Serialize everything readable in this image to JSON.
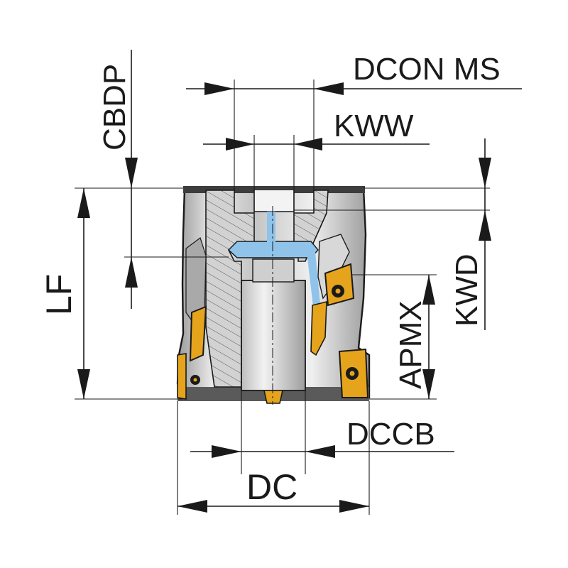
{
  "labels": {
    "dcon_ms": "DCON MS",
    "kww": "KWW",
    "cbdp": "CBDP",
    "lf": "LF",
    "kwd": "KWD",
    "apmx": "APMX",
    "dccb": "DCCB",
    "dc": "DC"
  },
  "colors": {
    "body_light": "#e6e6e6",
    "body_mid": "#b9b9b9",
    "body_dark": "#6e6e6e",
    "section": "#cfcfcf",
    "bore": "#d9d9d9",
    "coolant": "#8fc3ea",
    "insert": "#e6a41c",
    "insert_dark": "#8a5a00",
    "line": "#1a1a1a"
  }
}
